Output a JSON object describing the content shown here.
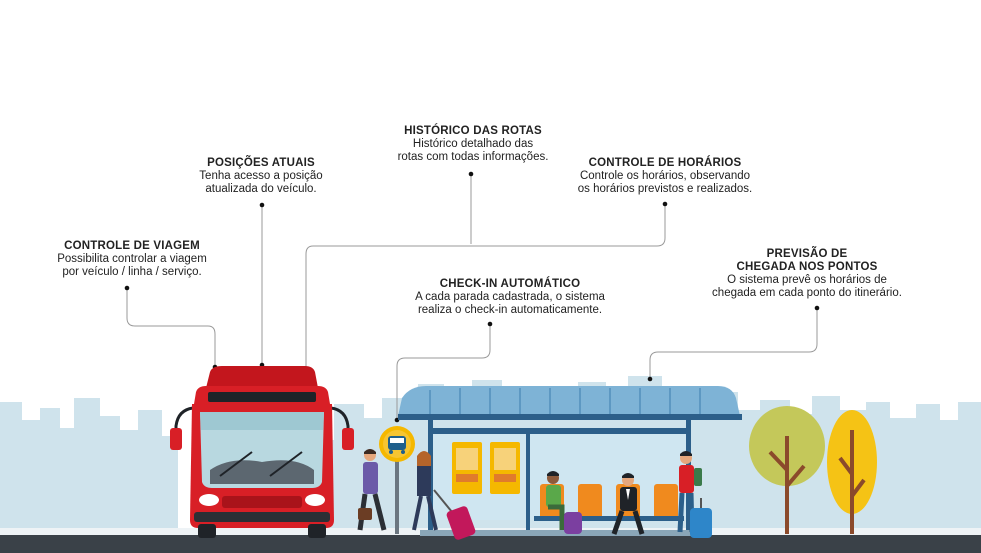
{
  "features": [
    {
      "id": "controle-viagem",
      "title": "CONTROLE DE VIAGEM",
      "lines": [
        "Possibilita controlar a viagem",
        "por veículo / linha / serviço."
      ]
    },
    {
      "id": "posicoes-atuais",
      "title": "POSIÇÕES ATUAIS",
      "lines": [
        "Tenha acesso a posição",
        "atualizada do veículo."
      ]
    },
    {
      "id": "historico-rotas",
      "title": "HISTÓRICO DAS ROTAS",
      "lines": [
        "Histórico detalhado das",
        "rotas com todas informações."
      ]
    },
    {
      "id": "controle-horarios",
      "title": "CONTROLE DE HORÁRIOS",
      "lines": [
        "Controle os horários, observando",
        "os horários previstos e realizados."
      ]
    },
    {
      "id": "checkin-automatico",
      "title": "CHECK-IN AUTOMÁTICO",
      "lines": [
        "A cada parada cadastrada, o sistema",
        "realiza o check-in automaticamente."
      ]
    },
    {
      "id": "previsao-chegada",
      "title_lines": [
        "PREVISÃO DE",
        "CHEGADA NOS PONTOS"
      ],
      "lines": [
        "O sistema prevê os horários de",
        "chegada em cada ponto do itinerário."
      ]
    }
  ],
  "colors": {
    "bus": "#d81f26",
    "city": "#cfe3ec",
    "shelter": "#7eb3d6",
    "ground": "#3a4148",
    "tree_green": "#c4c85a",
    "tree_yellow": "#f5c315",
    "sign": "#f5b800",
    "line": "#9a9a9a"
  }
}
